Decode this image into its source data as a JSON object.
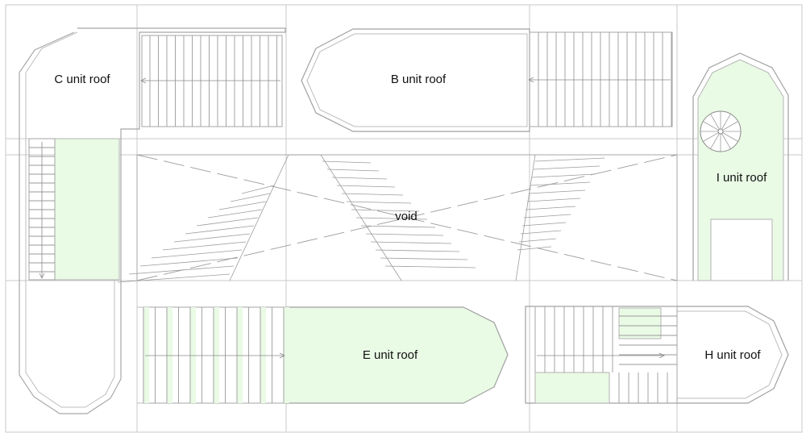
{
  "colors": {
    "background": "#ffffff",
    "roof_fill": "#e9fae5",
    "line": "#a0a0a0",
    "grid": "#c8c8c8",
    "text": "#111111"
  },
  "labels": {
    "c_unit": "C unit roof",
    "b_unit": "B unit roof",
    "i_unit": "I unit roof",
    "void": "void",
    "e_unit": "E unit roof",
    "h_unit": "H unit roof"
  },
  "icons": [
    "spiral-stair-icon",
    "arrow-left-icon",
    "arrow-down-icon",
    "arrow-right-icon"
  ]
}
